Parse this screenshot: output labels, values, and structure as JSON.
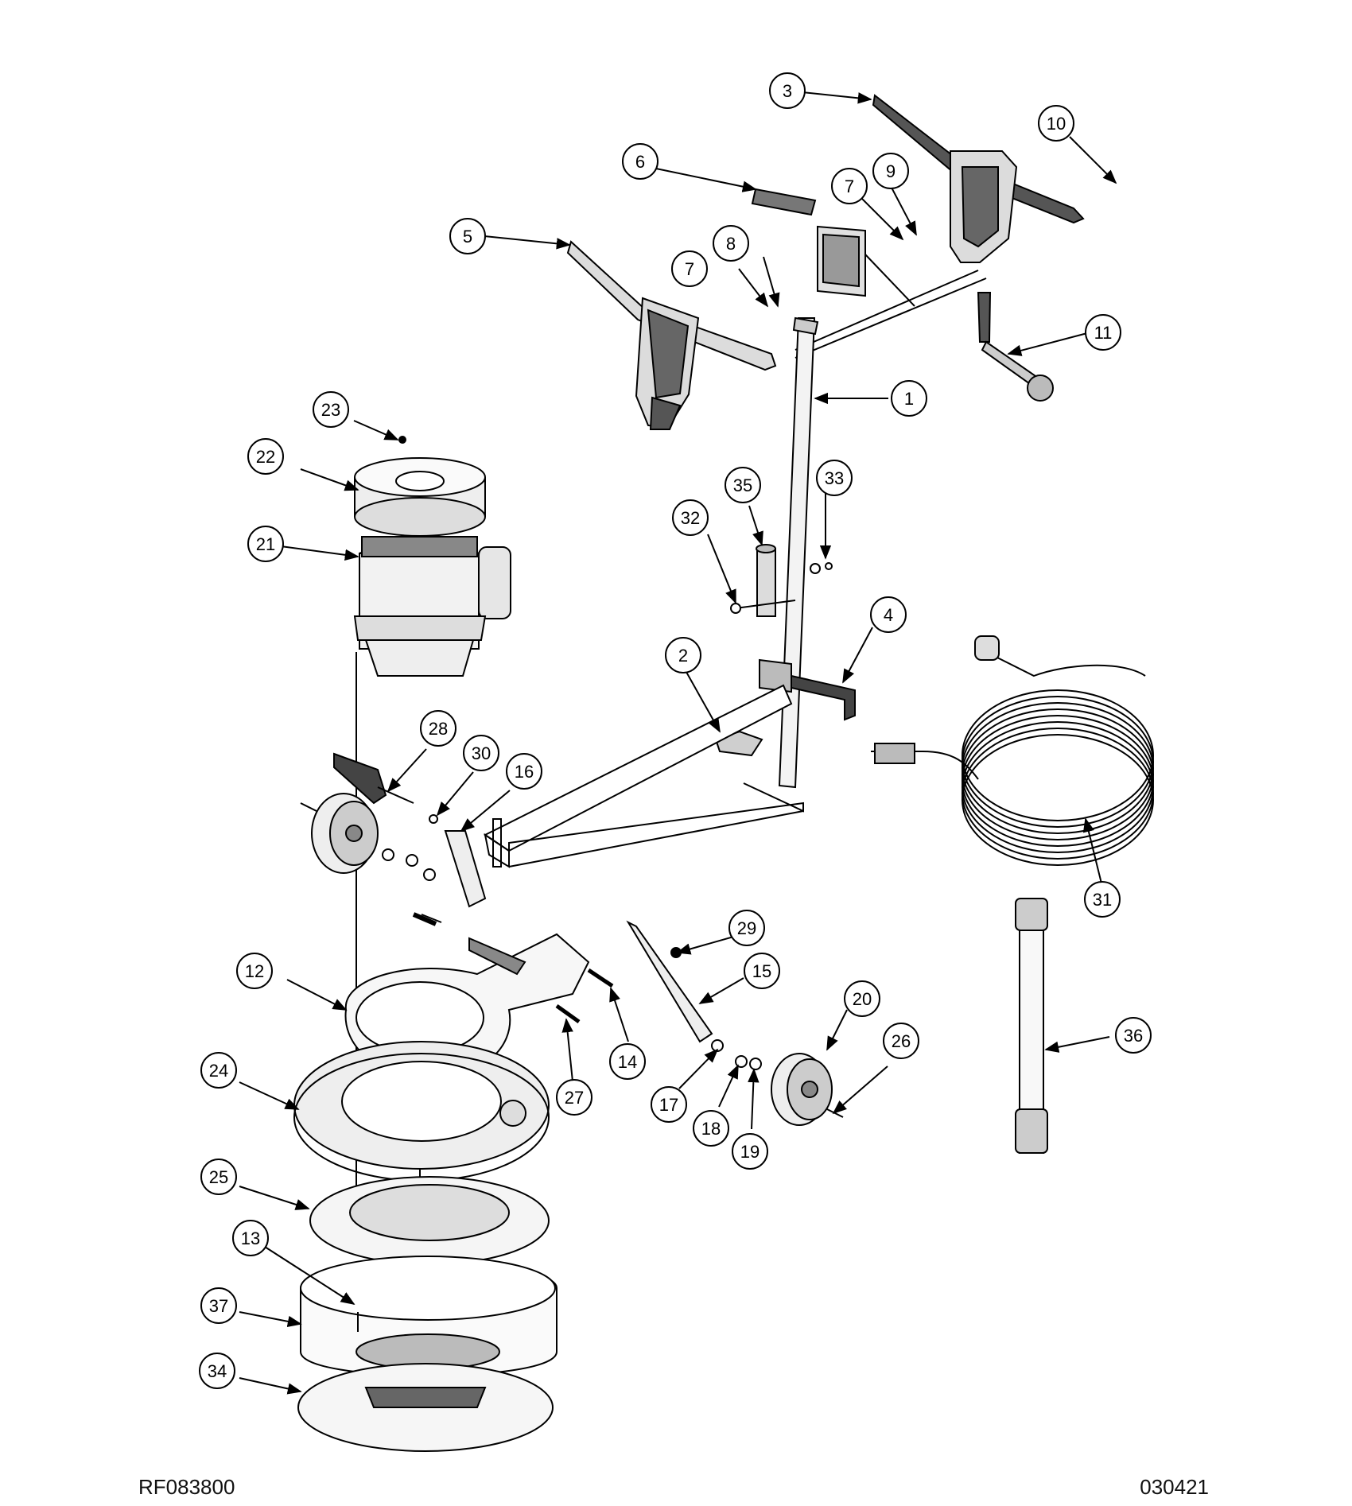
{
  "drawing": {
    "drawing_number": "RF083800",
    "revision_date": "030421",
    "callouts": [
      {
        "id": "c1",
        "label": "1"
      },
      {
        "id": "c2",
        "label": "2"
      },
      {
        "id": "c3",
        "label": "3"
      },
      {
        "id": "c4",
        "label": "4"
      },
      {
        "id": "c5",
        "label": "5"
      },
      {
        "id": "c6",
        "label": "6"
      },
      {
        "id": "c7a",
        "label": "7"
      },
      {
        "id": "c7b",
        "label": "7"
      },
      {
        "id": "c8",
        "label": "8"
      },
      {
        "id": "c9",
        "label": "9"
      },
      {
        "id": "c10",
        "label": "10"
      },
      {
        "id": "c11",
        "label": "11"
      },
      {
        "id": "c12",
        "label": "12"
      },
      {
        "id": "c13",
        "label": "13"
      },
      {
        "id": "c14",
        "label": "14"
      },
      {
        "id": "c15",
        "label": "15"
      },
      {
        "id": "c16",
        "label": "16"
      },
      {
        "id": "c17",
        "label": "17"
      },
      {
        "id": "c18",
        "label": "18"
      },
      {
        "id": "c19",
        "label": "19"
      },
      {
        "id": "c20",
        "label": "20"
      },
      {
        "id": "c21",
        "label": "21"
      },
      {
        "id": "c22",
        "label": "22"
      },
      {
        "id": "c23",
        "label": "23"
      },
      {
        "id": "c24",
        "label": "24"
      },
      {
        "id": "c25",
        "label": "25"
      },
      {
        "id": "c26",
        "label": "26"
      },
      {
        "id": "c27",
        "label": "27"
      },
      {
        "id": "c28",
        "label": "28"
      },
      {
        "id": "c29",
        "label": "29"
      },
      {
        "id": "c30",
        "label": "30"
      },
      {
        "id": "c31",
        "label": "31"
      },
      {
        "id": "c32",
        "label": "32"
      },
      {
        "id": "c33",
        "label": "33"
      },
      {
        "id": "c34",
        "label": "34"
      },
      {
        "id": "c35",
        "label": "35"
      },
      {
        "id": "c36",
        "label": "36"
      },
      {
        "id": "c37",
        "label": "37"
      }
    ]
  }
}
